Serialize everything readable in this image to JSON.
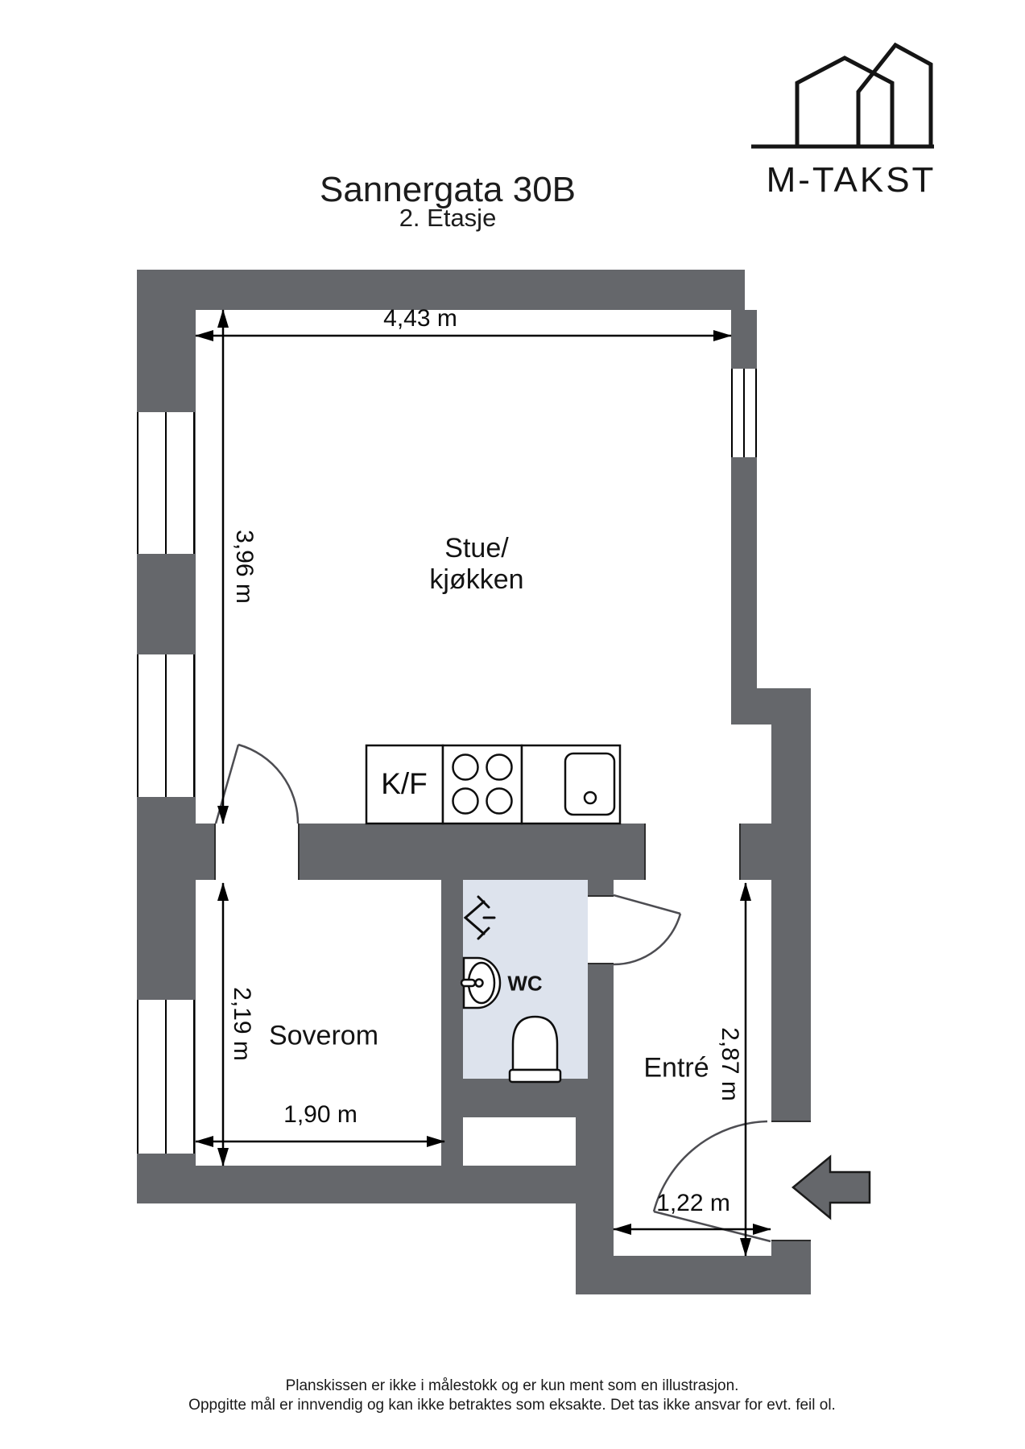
{
  "header": {
    "title": "Sannergata 30B",
    "subtitle": "2. Etasje"
  },
  "logo": {
    "brand": "M-TAKST"
  },
  "rooms": {
    "living_line1": "Stue/",
    "living_line2": "kjøkken",
    "bedroom": "Soverom",
    "wc": "WC",
    "entry": "Entré"
  },
  "fixtures": {
    "fridge_freezer": "K/F"
  },
  "dimensions": {
    "living_width": "4,43 m",
    "living_height": "3,96 m",
    "bedroom_height": "2,19 m",
    "bedroom_width": "1,90 m",
    "entry_height": "2,87 m",
    "entry_width": "1,22 m"
  },
  "footer": {
    "line1": "Planskissen er ikke i målestokk og er kun ment som en illustrasjon.",
    "line2": "Oppgitte mål er innvendig og kan ikke betraktes som eksakte. Det tas ikke ansvar for evt. feil ol."
  },
  "colors": {
    "wall": "#65676B",
    "wc-floor": "#DDE3ED",
    "line": "#000000",
    "door": "#4D4D52",
    "arrow-fill": "#65676B"
  }
}
